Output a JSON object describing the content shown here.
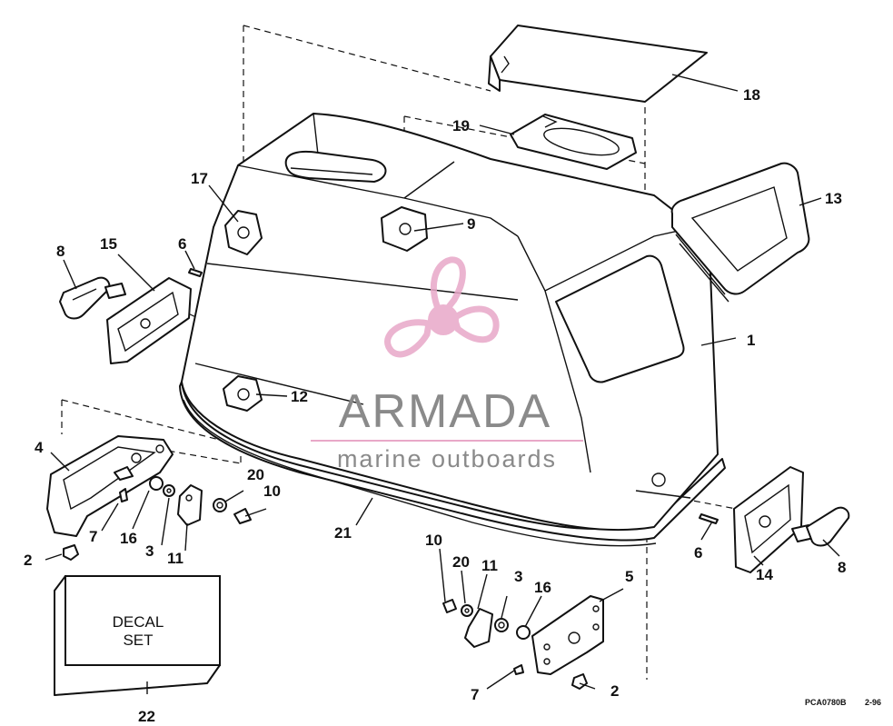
{
  "diagram": {
    "callouts": {
      "c1": "1",
      "c2a": "2",
      "c2b": "2",
      "c3a": "3",
      "c3b": "3",
      "c4": "4",
      "c5": "5",
      "c6a": "6",
      "c6b": "6",
      "c7a": "7",
      "c7b": "7",
      "c8a": "8",
      "c8b": "8",
      "c9": "9",
      "c10a": "10",
      "c10b": "10",
      "c11a": "11",
      "c11b": "11",
      "c12": "12",
      "c13": "13",
      "c14": "14",
      "c15": "15",
      "c16a": "16",
      "c16b": "16",
      "c17": "17",
      "c18": "18",
      "c19": "19",
      "c20a": "20",
      "c20b": "20",
      "c21": "21",
      "c22": "22"
    },
    "decal_box": {
      "line1": "DECAL",
      "line2": "SET"
    },
    "figure_code": "PCA0780B",
    "revision": "2-96"
  },
  "watermark": {
    "brand": "ARMADA",
    "tagline": "marine outboards",
    "color": "#e8a8c8"
  }
}
